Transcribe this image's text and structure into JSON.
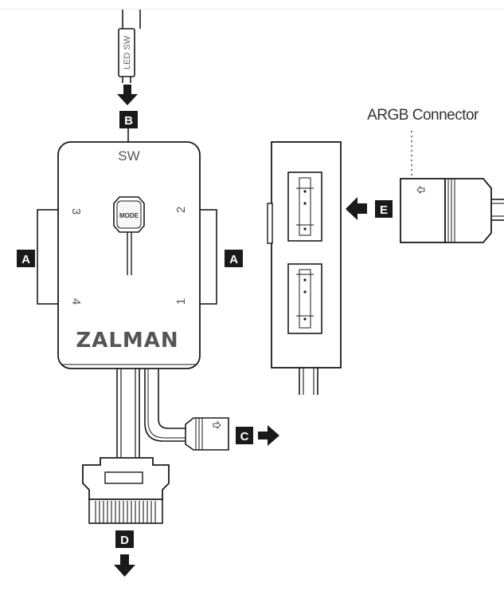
{
  "labels": {
    "sw_cable_tag": "LED SW",
    "hub_sw": "SW",
    "mode_button": "MODE",
    "brand": "ZALMAN",
    "port_1": "1",
    "port_2": "2",
    "port_3": "3",
    "port_4": "4",
    "argb_connector": "ARGB Connector"
  },
  "callouts": {
    "a_left": "A",
    "a_right": "A",
    "b": "B",
    "c": "C",
    "d": "D",
    "e": "E"
  },
  "colors": {
    "line": "#1a1a1a",
    "label_box": "#1a1a1a",
    "label_text": "#ffffff"
  }
}
